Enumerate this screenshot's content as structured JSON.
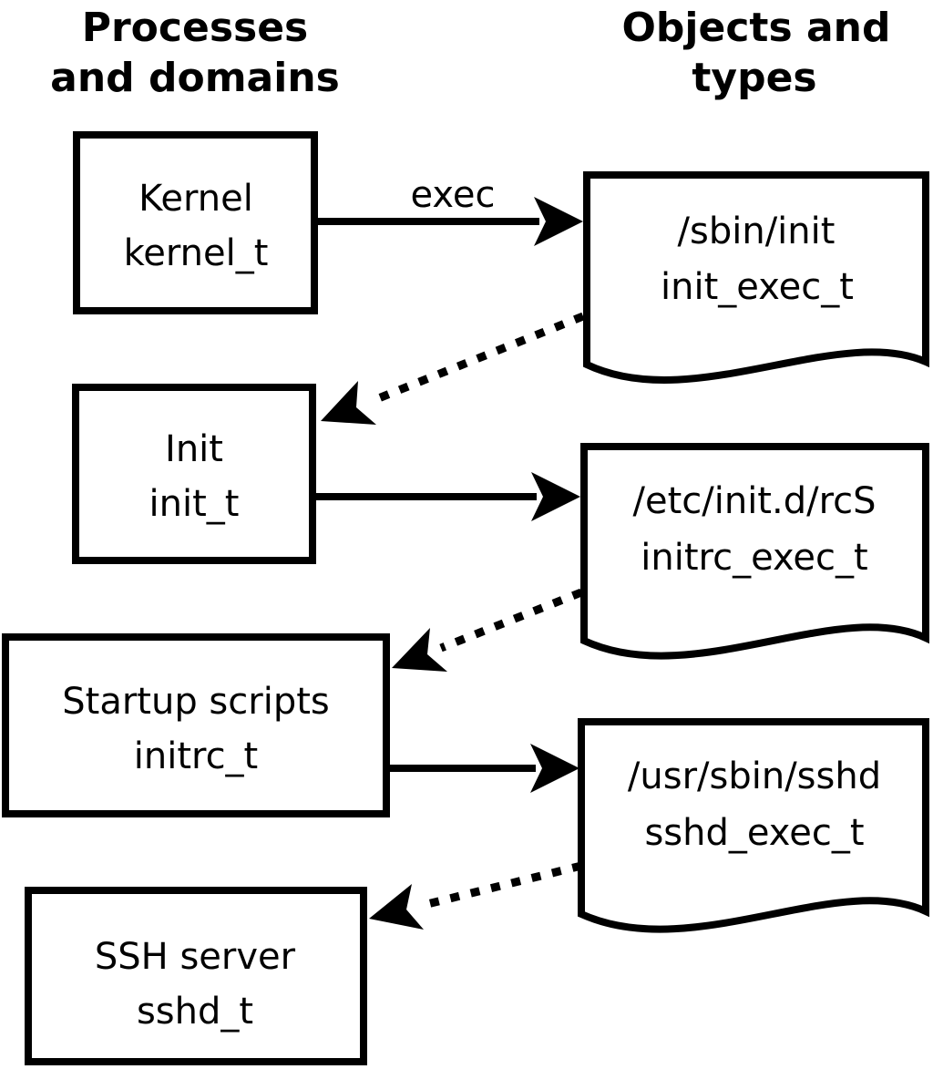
{
  "headers": {
    "left_line1": "Processes",
    "left_line2": "and domains",
    "right_line1": "Objects and",
    "right_line2": "types"
  },
  "processes": [
    {
      "name": "Kernel",
      "domain": "kernel_t"
    },
    {
      "name": "Init",
      "domain": "init_t"
    },
    {
      "name": "Startup scripts",
      "domain": "initrc_t"
    },
    {
      "name": "SSH server",
      "domain": "sshd_t"
    }
  ],
  "objects": [
    {
      "path": "/sbin/init",
      "type": "init_exec_t"
    },
    {
      "path": "/etc/init.d/rcS",
      "type": "initrc_exec_t"
    },
    {
      "path": "/usr/sbin/sshd",
      "type": "sshd_exec_t"
    }
  ],
  "edge_label": "exec",
  "colors": {
    "stroke": "#000000",
    "fill": "#ffffff",
    "background": "#ffffff"
  }
}
